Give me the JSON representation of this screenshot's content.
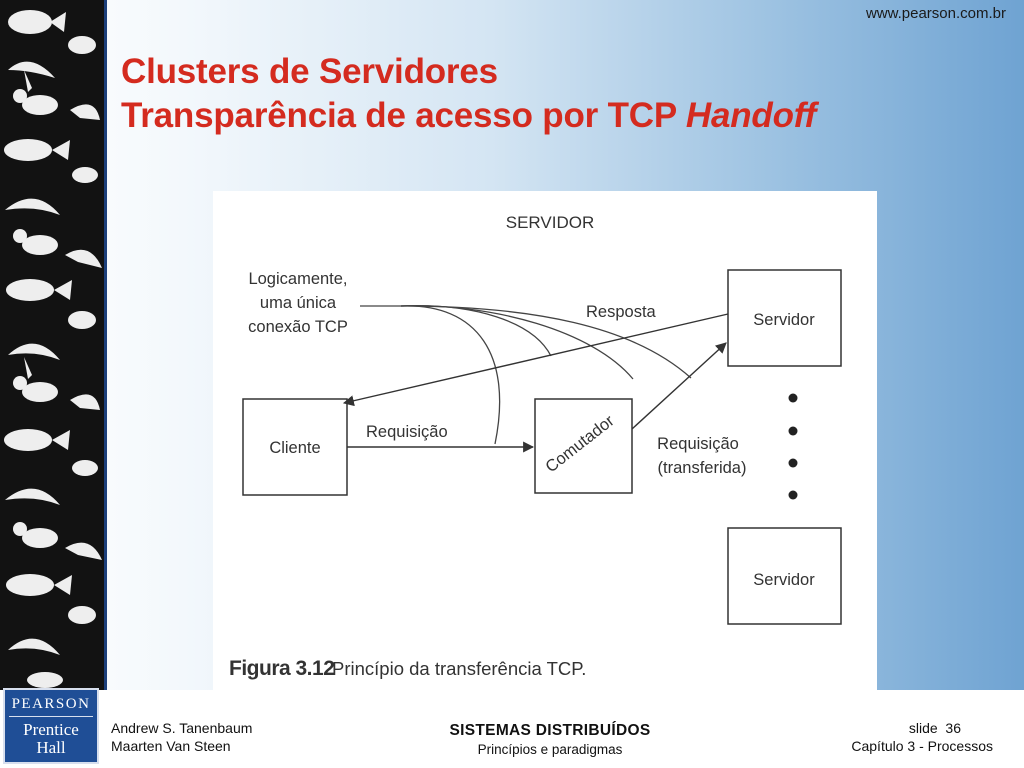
{
  "header": {
    "url": "www.pearson.com.br",
    "title_line1": "Clusters de Servidores",
    "title_line2_prefix": "Transparência de acesso por TCP ",
    "title_line2_emphasis": "Handoff"
  },
  "diagram": {
    "heading": "SERVIDOR",
    "logical_lines": [
      "Logicamente,",
      "uma única",
      "conexão TCP"
    ],
    "resposta_label": "Resposta",
    "server_top_label": "Servidor",
    "client_label": "Cliente",
    "request_label": "Requisição",
    "switch_label": "Comutador",
    "forwarded_lines": [
      "Requisição",
      "(transferida)"
    ],
    "server_bottom_label": "Servidor",
    "caption_number": "Figura 3.12",
    "caption_text": "Princípio da transferência TCP."
  },
  "footer": {
    "logo_top": "PEARSON",
    "logo_mid": "Prentice",
    "logo_bottom": "Hall",
    "author1": "Andrew S. Tanenbaum",
    "author2": "Maarten Van Steen",
    "course_title": "SISTEMAS DISTRIBUÍDOS",
    "course_subtitle": "Princípios e paradigmas",
    "slide_label": "slide  36",
    "chapter": "Capítulo 3 - Processos"
  },
  "colors": {
    "title": "#d42b1f",
    "strip": "#121212",
    "logo": "#1f4e96",
    "gradient_end": "#6fa3d2"
  }
}
